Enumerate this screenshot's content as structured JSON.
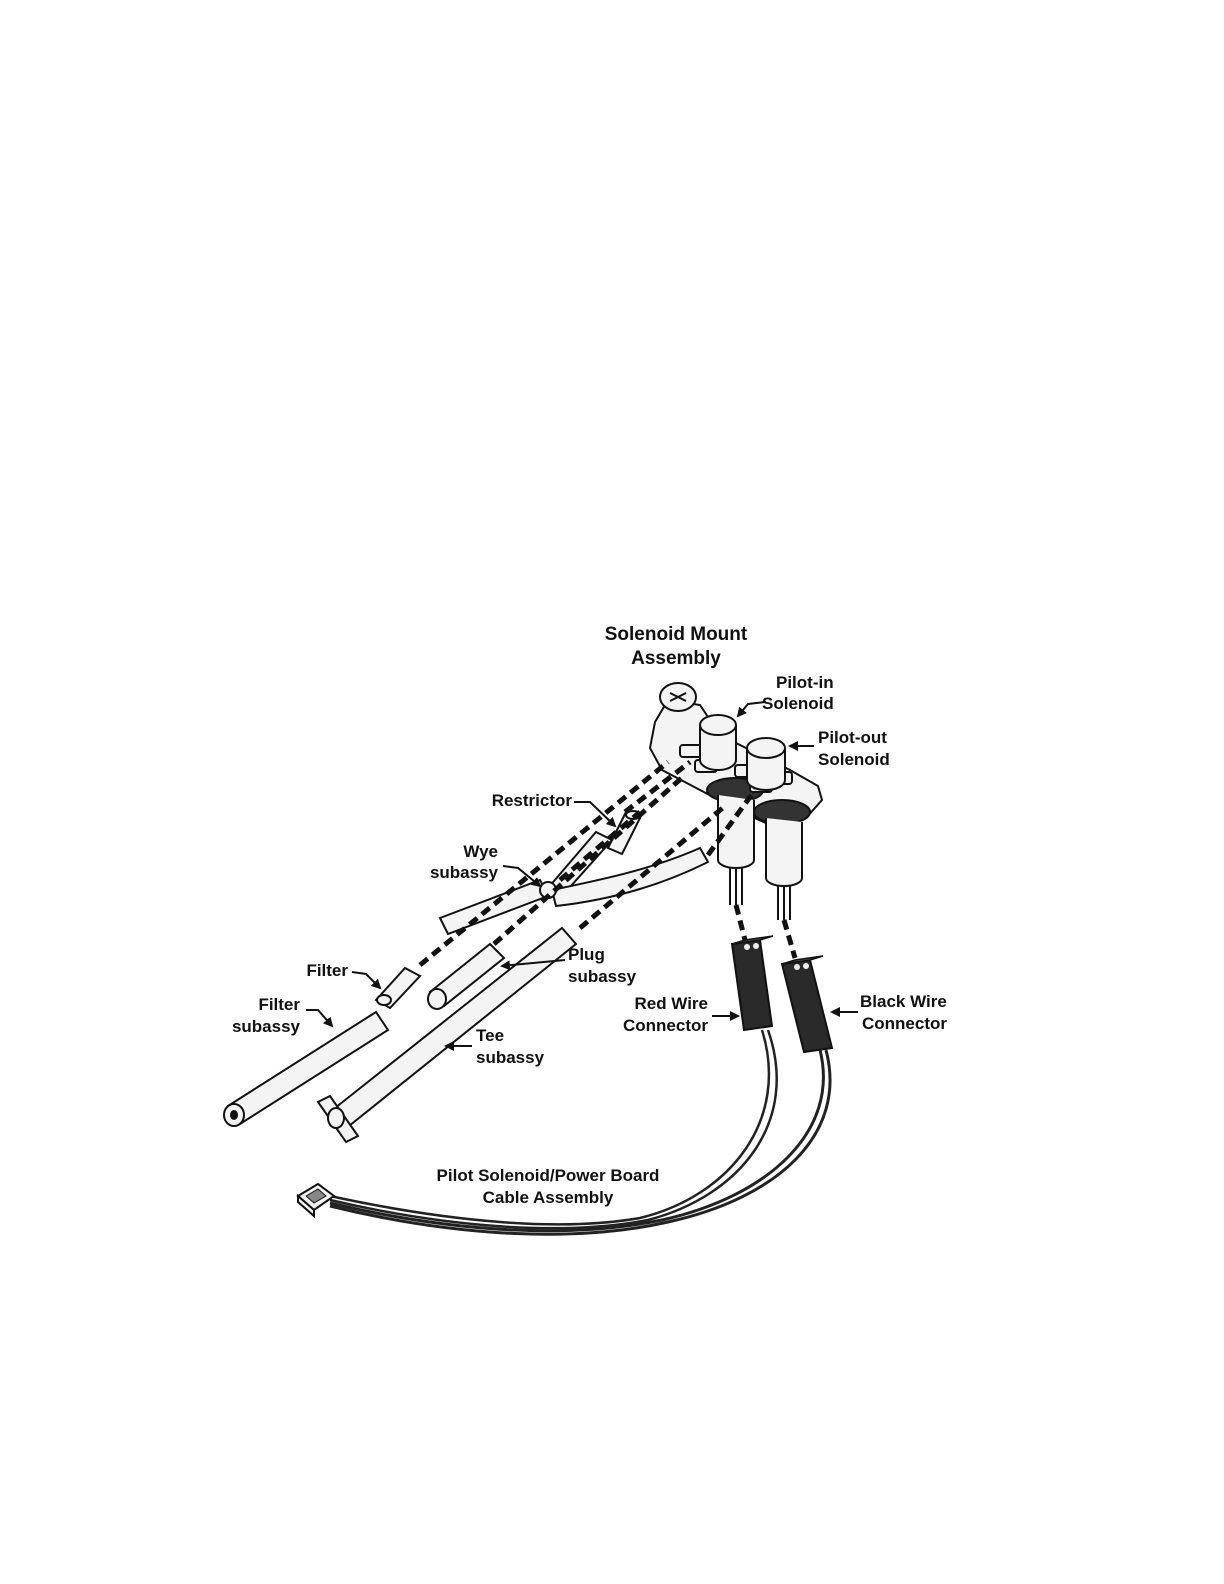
{
  "labels": {
    "solenoid_mount": [
      "Solenoid Mount",
      "Assembly"
    ],
    "pilot_in": [
      "Pilot-in",
      "Solenoid"
    ],
    "pilot_out": [
      "Pilot-out",
      "Solenoid"
    ],
    "restrictor": "Restrictor",
    "wye": [
      "Wye",
      "subassy"
    ],
    "filter": "Filter",
    "filter_subassy": [
      "Filter",
      "subassy"
    ],
    "plug": [
      "Plug",
      "subassy"
    ],
    "tee": [
      "Tee",
      "subassy"
    ],
    "red_wire": [
      "Red Wire",
      "Connector"
    ],
    "black_wire": [
      "Black Wire",
      "Connector"
    ],
    "cable": [
      "Pilot Solenoid/Power Board",
      "Cable Assembly"
    ]
  },
  "colors": {
    "ink": "#111111",
    "part_fill": "#f4f4f4",
    "connector_fill": "#2a2a2a",
    "gasket": "#333333"
  }
}
